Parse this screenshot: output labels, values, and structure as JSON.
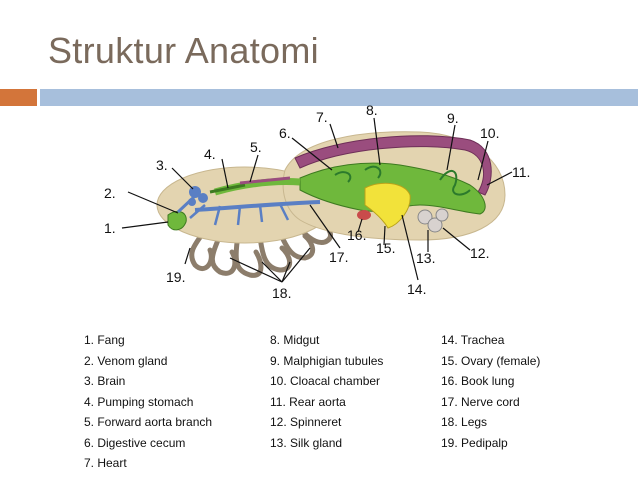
{
  "slide": {
    "title": "Struktur Anatomi"
  },
  "diagram": {
    "callouts": [
      "1.",
      "2.",
      "3.",
      "4.",
      "5.",
      "6.",
      "7.",
      "8.",
      "9.",
      "10.",
      "11.",
      "12.",
      "13.",
      "14.",
      "15.",
      "16.",
      "17.",
      "18.",
      "19."
    ]
  },
  "legend": {
    "col1": [
      "1. Fang",
      "2. Venom gland",
      "3. Brain",
      "4. Pumping stomach",
      "5. Forward aorta branch",
      "6. Digestive cecum",
      "7. Heart"
    ],
    "col2": [
      "8. Midgut",
      "9. Malphigian tubules",
      "10. Cloacal chamber",
      "11. Rear aorta",
      "12. Spinneret",
      "13. Silk gland"
    ],
    "col3": [
      "14. Trachea",
      "15. Ovary (female)",
      "16. Book lung",
      "17. Nerve cord",
      "18. Legs",
      "19. Pedipalp"
    ]
  },
  "colors": {
    "title": "#7a6a5c",
    "accent_orange": "#d3753a",
    "accent_blue": "#a7bfdc",
    "body": "#e3d4b0",
    "heart": "#9a4d7e",
    "midgut": "#6fb83c",
    "nerve": "#5a7fc4",
    "ovary": "#f2e23a",
    "legs": "#8c7d6b"
  }
}
